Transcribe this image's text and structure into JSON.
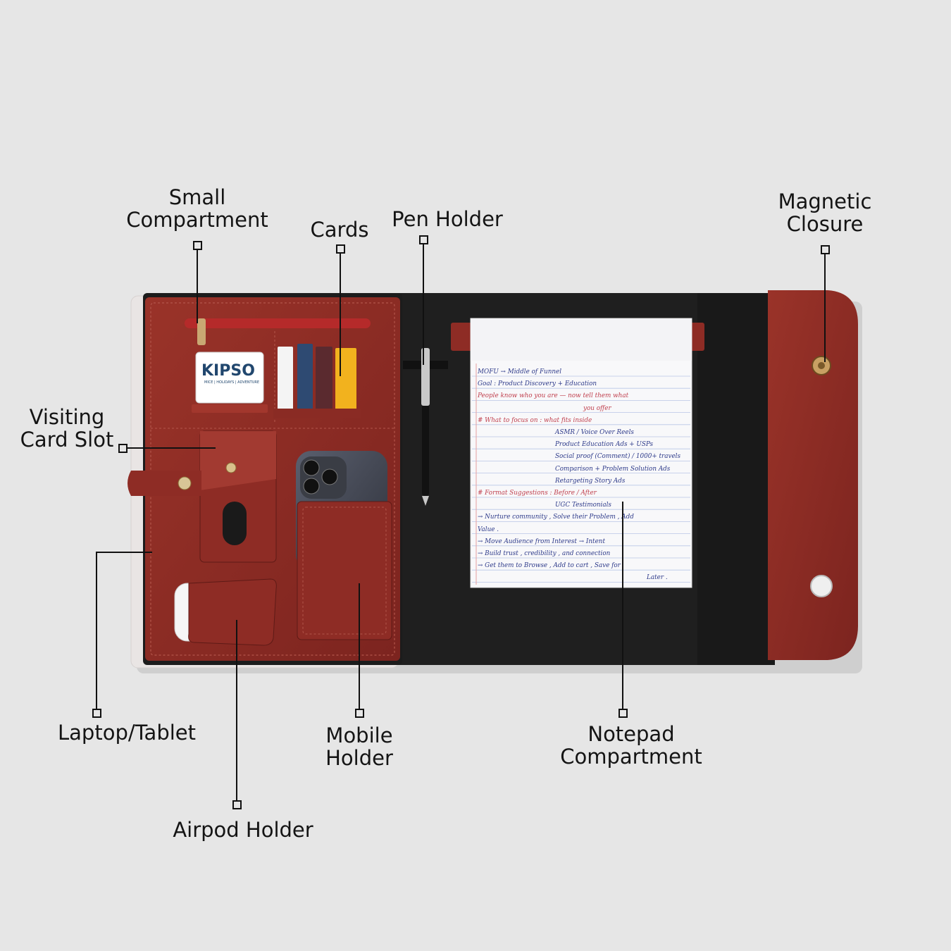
{
  "callouts": {
    "small_compartment": [
      "Small",
      "Compartment"
    ],
    "cards": "Cards",
    "pen_holder": "Pen Holder",
    "magnetic_closure": [
      "Magnetic",
      "Closure"
    ],
    "visiting_card_slot": [
      "Visiting",
      "Card Slot"
    ],
    "laptop_tablet": "Laptop/Tablet",
    "mobile_holder": [
      "Mobile",
      "Holder"
    ],
    "notepad_compartment": [
      "Notepad",
      "Compartment"
    ],
    "airpod_holder": "Airpod Holder"
  },
  "product": {
    "card_brand_text": "KIPSO",
    "card_brand_subtext": "MICE | HOLIDAYS | ADVENTURE",
    "notepad_lines": [
      "MOFU → Middle of Funnel",
      "Goal : Product Discovery + Education",
      "People know who you are — now tell them what",
      "you offer",
      "# What to focus on : what fits inside",
      "ASMR / Voice Over Reels",
      "Product Education Ads + USPs",
      "Social proof (Comment) / 1000+ travels",
      "Comparison + Problem Solution Ads",
      "Retargeting Story Ads",
      "# Format Suggestions : Before / After",
      "UGC Testimonials",
      "→ Nurture community , Solve their Problem , Add",
      "Value .",
      "→ Move Audience from Interest → Intent",
      "→ Build trust , credibility , and connection",
      "→ Get them to Browse , Add to cart , Save for",
      "Later ."
    ]
  },
  "colors": {
    "background": "#e6e6e6",
    "leather": "#8a2b24",
    "lining": "#1e1e1e",
    "paper": "#f8f8fa"
  }
}
